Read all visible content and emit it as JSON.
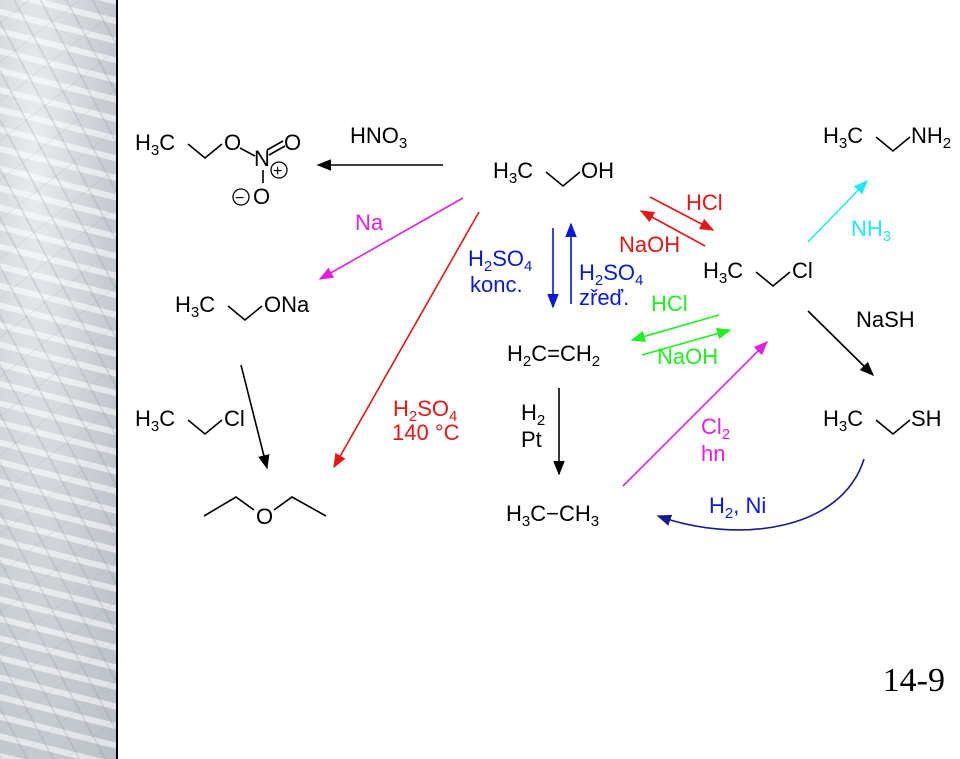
{
  "compounds": {
    "ethanol": {
      "h": "H",
      "n": "3",
      "a": "C",
      "b": "OH"
    },
    "ethyl_nitrate": {
      "h": "H",
      "n": "3",
      "a": "C",
      "o": "O",
      "n_atom": "N",
      "plus": "+",
      "o_top": "O",
      "minus": "−",
      "o_bottom": "O"
    },
    "ethylamine": {
      "h": "H",
      "n": "3",
      "a": "C",
      "b": "NH",
      "n2": "2"
    },
    "sodium_ethoxide": {
      "h": "H",
      "n": "3",
      "a": "C",
      "b": "ONa"
    },
    "chloroethane_left": {
      "h": "H",
      "n": "3",
      "a": "C",
      "b": "Cl"
    },
    "chloroethane_right": {
      "h": "H",
      "n": "3",
      "a": "C",
      "b": "Cl"
    },
    "ethene": {
      "h": "H",
      "n": "2",
      "a": "C",
      "eq": "=",
      "b": "CH",
      "n2": "2"
    },
    "ethanethiol": {
      "h": "H",
      "n": "3",
      "a": "C",
      "b": "SH"
    },
    "diethyl_ether": {
      "o": "O"
    },
    "ethane": {
      "h": "H",
      "n": "3",
      "a": "C−CH",
      "n2": "3"
    }
  },
  "reagents": {
    "hno3": {
      "a": "HNO",
      "n": "3"
    },
    "na": "Na",
    "h2so4_140": {
      "a": "H",
      "n": "2",
      "b": "SO",
      "n2": "4",
      "line2": "140 °C"
    },
    "h2so4_konc": {
      "a": "H",
      "n": "2",
      "b": "SO",
      "n2": "4",
      "line2": "konc."
    },
    "h2so4_zred": {
      "a": "H",
      "n": "2",
      "b": "SO",
      "n2": "4",
      "line2": "zřeď."
    },
    "hcl_red": "HCl",
    "naoh_red": "NaOH",
    "nh3": {
      "a": "NH",
      "n": "3"
    },
    "hcl_green": "HCl",
    "naoh_green": "NaOH",
    "nash": "NaSH",
    "h2_pt": {
      "a": "H",
      "n": "2",
      "line2": "Pt"
    },
    "cl2_hn": {
      "a": "Cl",
      "n": "2",
      "line2": "hn"
    },
    "h2_ni": {
      "a": "H",
      "n": "2",
      "b": ", Ni"
    }
  },
  "page_number": "14-9",
  "colors": {
    "black": "#000000",
    "blue": "#0a1ad6",
    "red": "#e01818",
    "magenta": "#e020e0",
    "green": "#22ee22",
    "cyan": "#22e8f0",
    "navy": "#1a1a8c"
  }
}
